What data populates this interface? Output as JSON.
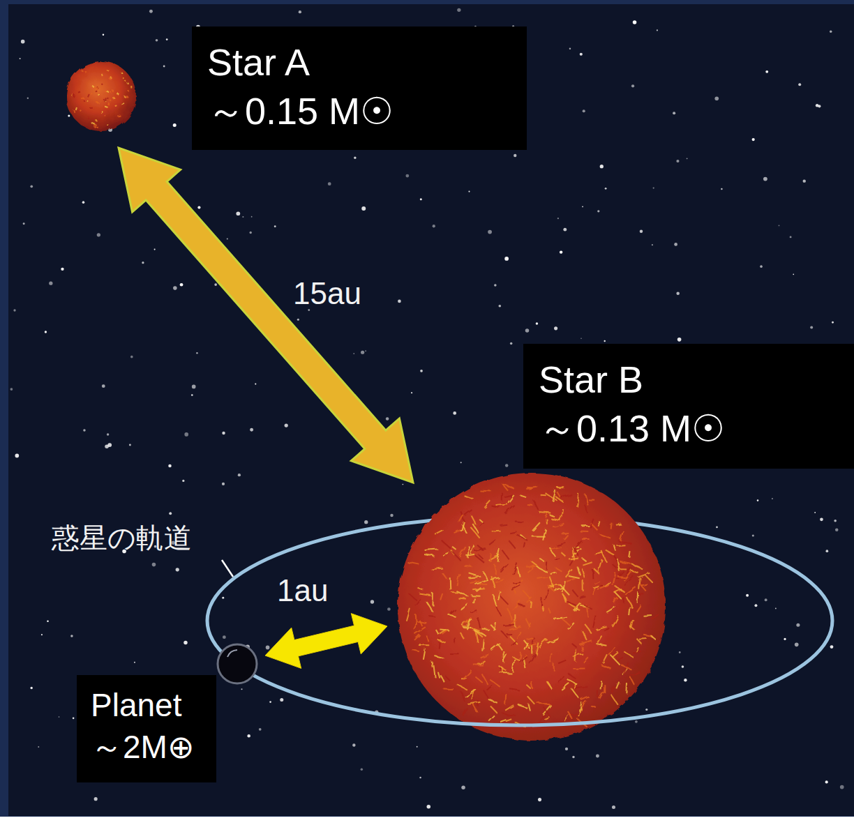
{
  "diagram": {
    "nodes": [
      {
        "text": [
          "Star A",
          "～0.15 M☉"
        ]
      },
      {
        "text": [
          "Star B",
          "～0.13 M☉"
        ]
      },
      {
        "text": [
          "Planet",
          "～2M⊕"
        ]
      }
    ],
    "labels": [
      "15au",
      "惑星の軌道",
      "1au"
    ]
  }
}
